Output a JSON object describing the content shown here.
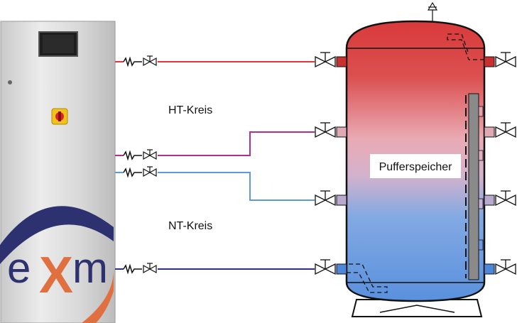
{
  "labels": {
    "ht_circuit": "HT-Kreis",
    "nt_circuit": "NT-Kreis",
    "buffer_tank": "Pufferspeicher"
  },
  "logo": {
    "text_e": "e",
    "text_x": "X",
    "text_m": "m"
  },
  "colors": {
    "ht_flow": "#e8333a",
    "ht_return": "#b0308a",
    "nt_flow": "#5b9bd8",
    "nt_return": "#2f2f8f",
    "tank_top": "#d93a3a",
    "tank_bottom": "#5a90dd",
    "logo_arc": "#2e3170",
    "logo_arc_orange": "#e07040"
  },
  "icons": [
    "air-vent-icon",
    "valve-icon",
    "flex-hose-icon",
    "heat-exchanger-coil-icon",
    "main-switch-icon",
    "display-screen-icon"
  ]
}
